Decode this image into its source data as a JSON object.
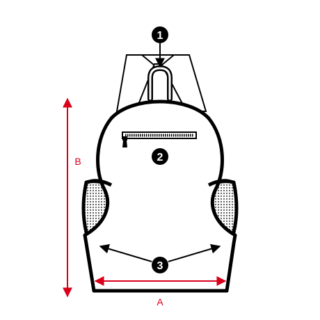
{
  "callouts": [
    {
      "number": "1"
    },
    {
      "number": "2"
    },
    {
      "number": "3"
    }
  ],
  "dimensions": {
    "width_label": "A",
    "height_label": "B"
  },
  "colors": {
    "outline": "#000000",
    "dimension": "#d9001b",
    "mesh": "#555555"
  }
}
